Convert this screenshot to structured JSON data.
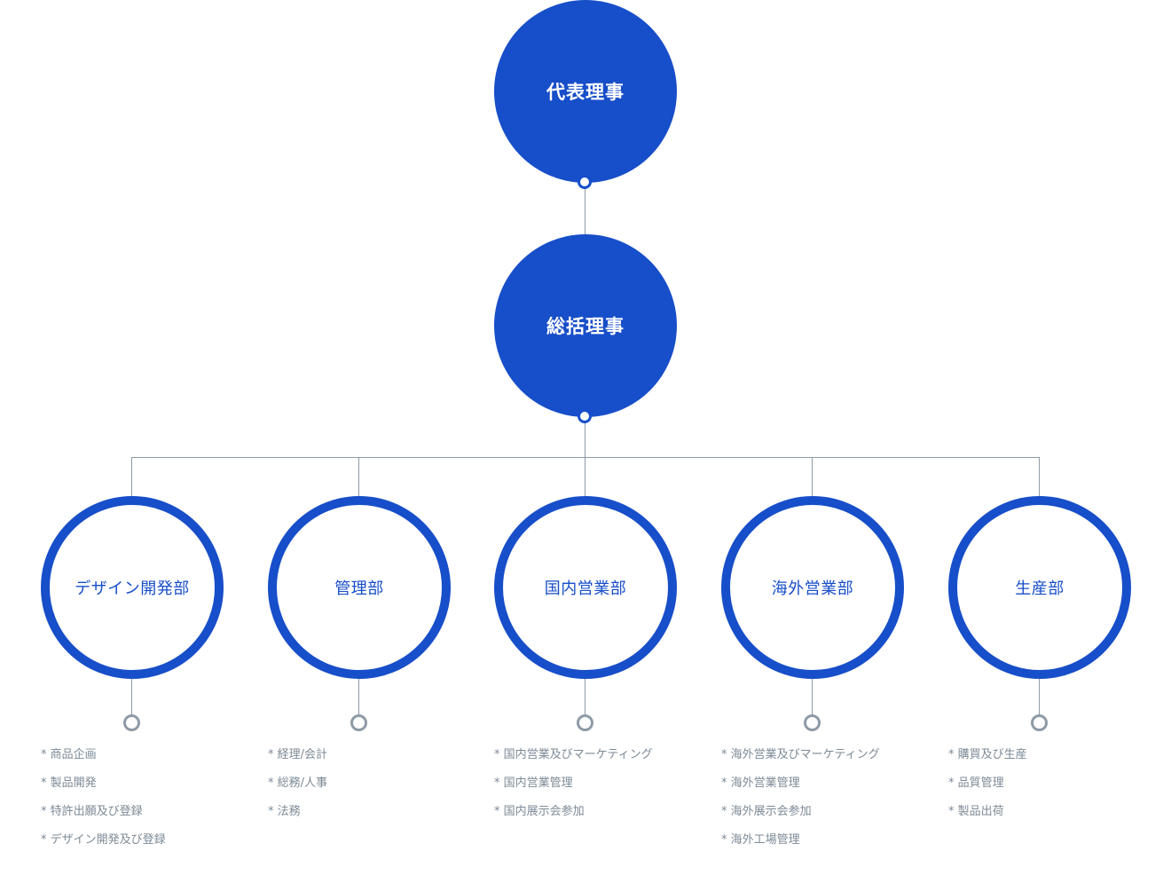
{
  "colors": {
    "primary": "#174ec9",
    "line": "#8e9aa6",
    "task_text": "#7d8a96"
  },
  "top_nodes": [
    {
      "label": "代表理事"
    },
    {
      "label": "総括理事"
    }
  ],
  "departments": [
    {
      "label": "デザイン開発部",
      "tasks": [
        "* 商品企画",
        "* 製品開発",
        "* 特許出願及び登録",
        "* デザイン開発及び登録"
      ]
    },
    {
      "label": "管理部",
      "tasks": [
        "* 経理/会計",
        "* 総務/人事",
        "* 法務"
      ]
    },
    {
      "label": "国内営業部",
      "tasks": [
        "* 国内営業及びマーケティング",
        "* 国内営業管理",
        "* 国内展示会参加"
      ]
    },
    {
      "label": "海外営業部",
      "tasks": [
        "* 海外営業及びマーケティング",
        "* 海外営業管理",
        "* 海外展示会参加",
        "* 海外工場管理"
      ]
    },
    {
      "label": "生産部",
      "tasks": [
        "* 購買及び生産",
        "* 品質管理",
        "* 製品出荷"
      ]
    }
  ]
}
